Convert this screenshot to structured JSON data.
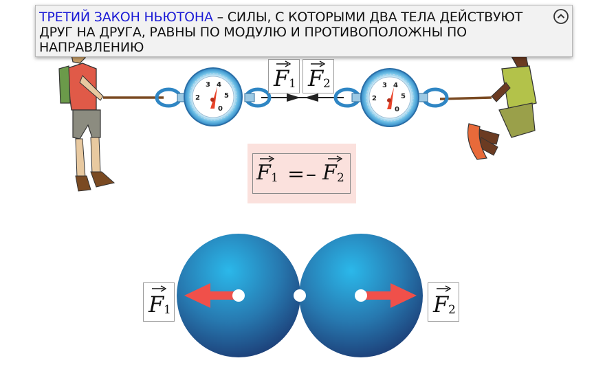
{
  "law": {
    "title": "ТРЕТИЙ ЗАКОН НЬЮТОНА",
    "text": " – СИЛЫ, С КОТОРЫМИ ДВА ТЕЛА ДЕЙСТВУЮТ ДРУГ НА ДРУГА, РАВНЫ ПО МОДУЛЮ И ПРОТИВОПОЛОЖНЫ ПО НАПРАВЛЕНИЮ"
  },
  "forces": {
    "f1_letter": "F",
    "f1_sub": "1",
    "f2_letter": "F",
    "f2_sub": "2",
    "equals": "=",
    "minus": "–"
  },
  "dynamometer": {
    "ticks": [
      "3",
      "4",
      "5",
      "0",
      "2"
    ]
  },
  "colors": {
    "accent": "#1a1ad6",
    "ball_light": "#2ab5e6",
    "ball_dark": "#1d3e78",
    "arrow": "#f0504a",
    "equation_bg": "#fbe1dd"
  }
}
